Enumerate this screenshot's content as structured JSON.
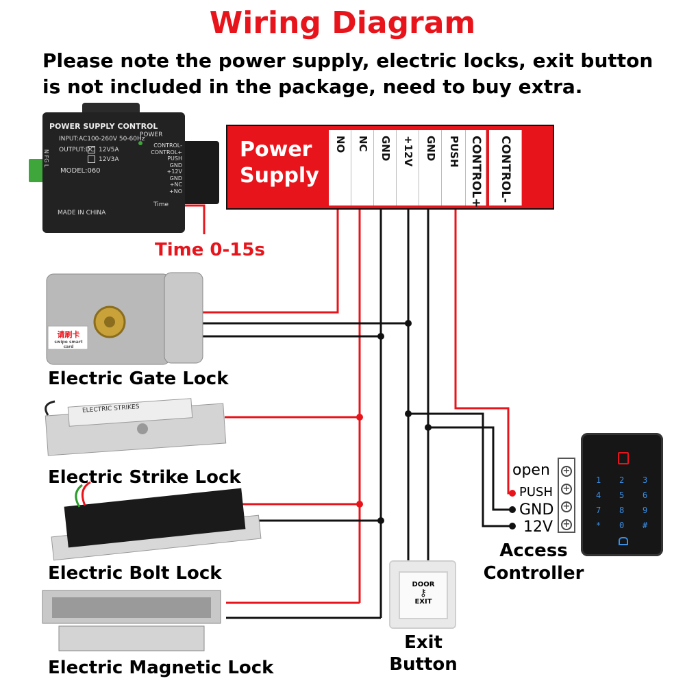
{
  "title": "Wiring Diagram",
  "note": {
    "line1": "Please note the power supply, electric locks, exit button",
    "line2": "is not included in the package, need to buy extra."
  },
  "power_supply_bar": {
    "title_line1": "Power",
    "title_line2": "Supply",
    "terminals": [
      "NO",
      "NC",
      "GND",
      "+12V",
      "GND",
      "PUSH",
      "CONTROL+",
      "CONTROL-"
    ]
  },
  "psu_unit": {
    "header": "POWER SUPPLY CONTROL",
    "power_label": "POWER",
    "input_label": "INPUT:AC100-260V 50-60Hz",
    "output_label": "OUTPUT:DC",
    "option_5a": "12V5A",
    "option_3a": "12V3A",
    "model": "MODEL:060",
    "made_in": "MADE IN CHINA",
    "time_label": "Time",
    "side_letters": "N FG L",
    "terminal_list": [
      "CONTROL-",
      "CONTROL+",
      "PUSH",
      "GND",
      "+12V",
      "GND",
      "+NC",
      "+NO"
    ]
  },
  "time_label": "Time 0-15s",
  "locks": {
    "gate": "Electric Gate Lock",
    "strike": "Electric Strike Lock",
    "bolt": "Electric Bolt Lock",
    "magnetic": "Electric Magnetic Lock"
  },
  "gate_lock_sticker": {
    "line1": "请刷卡",
    "line2": "swipe smart card"
  },
  "strike_lock_text": "ELECTRIC STRIKES",
  "access_controller": {
    "label_line1": "Access",
    "label_line2": "Controller",
    "terminals": [
      "open",
      "PUSH",
      "GND",
      "12V"
    ],
    "keys": [
      "1",
      "2",
      "3",
      "4",
      "5",
      "6",
      "7",
      "8",
      "9",
      "*",
      "0",
      "#"
    ]
  },
  "exit_button": {
    "label_line1": "Exit",
    "label_line2": "Button",
    "face_top": "DOOR",
    "face_bottom": "EXIT"
  },
  "colors": {
    "red": "#e8141b",
    "wire_black": "#111111",
    "key_blue": "#3a8fe6"
  }
}
